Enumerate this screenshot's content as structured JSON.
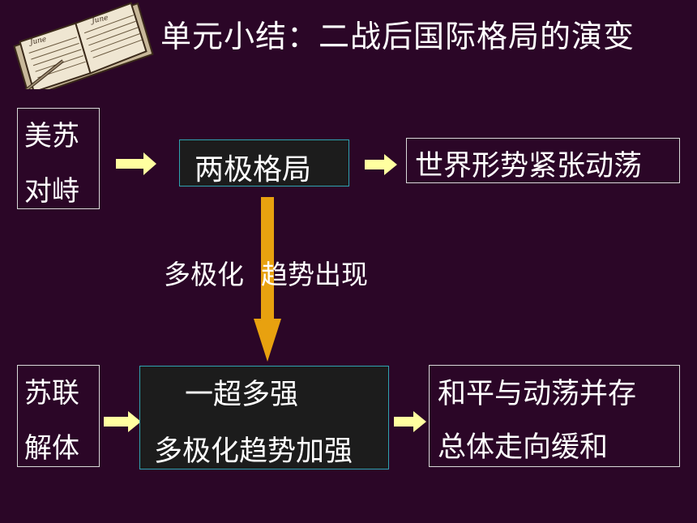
{
  "title": "单元小结：二战后国际格局的演变",
  "top_row": {
    "left_line1": "美苏",
    "left_line2": "对峙",
    "center": "两极格局",
    "right": "世界形势紧张动荡"
  },
  "middle_label": "多极化  趋势出现",
  "bottom_row": {
    "left_line1": "苏联",
    "left_line2": "解体",
    "center_line1": "一超多强",
    "center_line2": "多极化趋势加强",
    "right_line1": "和平与动荡并存",
    "right_line2": "总体走向缓和"
  },
  "book_labels": [
    "June",
    "June"
  ],
  "colors": {
    "background": "#2b0627",
    "arrow_fill": "#ffffa0",
    "down_arrow": "#e8a10f",
    "dark_box_border": "#2fa3b0"
  }
}
